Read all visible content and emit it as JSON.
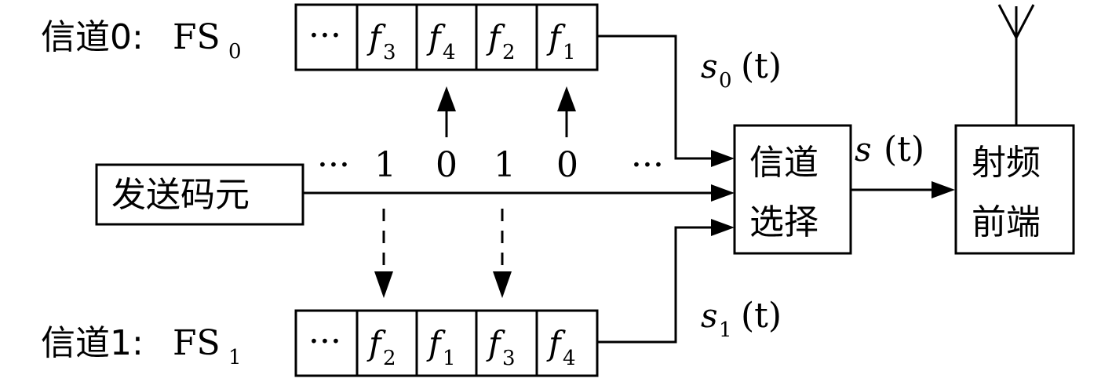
{
  "channel0": {
    "label_prefix": "信道0:",
    "label_fs": "FS",
    "label_sub": "0",
    "cells": [
      {
        "text": "···",
        "sub": ""
      },
      {
        "text": "f",
        "sub": "3"
      },
      {
        "text": "f",
        "sub": "4"
      },
      {
        "text": "f",
        "sub": "2"
      },
      {
        "text": "f",
        "sub": "1"
      }
    ],
    "signal_var": "s",
    "signal_sub": "0",
    "signal_arg": "(t)"
  },
  "channel1": {
    "label_prefix": "信道1:",
    "label_fs": "FS",
    "label_sub": "1",
    "cells": [
      {
        "text": "···",
        "sub": ""
      },
      {
        "text": "f",
        "sub": "2"
      },
      {
        "text": "f",
        "sub": "1"
      },
      {
        "text": "f",
        "sub": "3"
      },
      {
        "text": "f",
        "sub": "4"
      }
    ],
    "signal_var": "s",
    "signal_sub": "1",
    "signal_arg": "(t)"
  },
  "source": {
    "label": "发送码元"
  },
  "bits": [
    "···",
    "1",
    "0",
    "1",
    "0",
    "···"
  ],
  "selector": {
    "line1": "信道",
    "line2": "选择"
  },
  "output": {
    "signal_var": "s",
    "signal_arg": "(t)"
  },
  "rf": {
    "line1": "射频",
    "line2": "前端"
  }
}
